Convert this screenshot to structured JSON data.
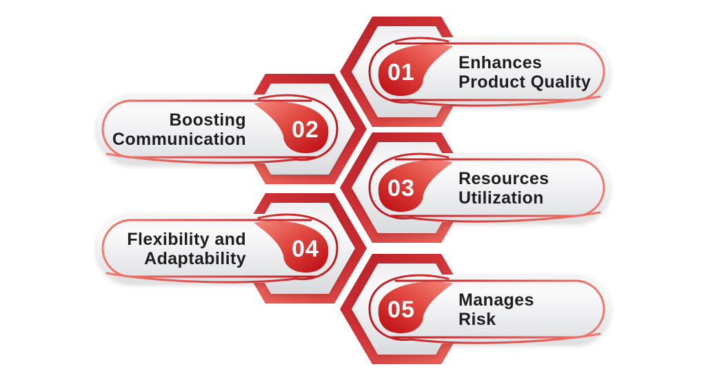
{
  "title": "Five benefits process diagram",
  "colors": {
    "background": "#ffffff",
    "hex_dark": "#b42025",
    "hex_mid": "#cf3136",
    "hex_light": "#ee6a5e",
    "plate_top": "#eeeef0",
    "plate_mid": "#fafafb",
    "plate_bottom": "#d9dadd",
    "line_dark": "#c3161c",
    "line_light": "#f0796d",
    "drop_light": "#f5887d",
    "drop_dark": "#bb0a12",
    "number_text": "#ffffff",
    "label_text": "#1e1e1e"
  },
  "items": [
    {
      "number": "01",
      "line1": "Enhances",
      "line2": "Product Quality",
      "side": "right"
    },
    {
      "number": "02",
      "line1": "Boosting",
      "line2": "Communication",
      "side": "left"
    },
    {
      "number": "03",
      "line1": "Resources",
      "line2": "Utilization",
      "side": "right"
    },
    {
      "number": "04",
      "line1": "Flexibility and",
      "line2": "Adaptability",
      "side": "left"
    },
    {
      "number": "05",
      "line1": "Manages",
      "line2": "Risk",
      "side": "right"
    }
  ]
}
